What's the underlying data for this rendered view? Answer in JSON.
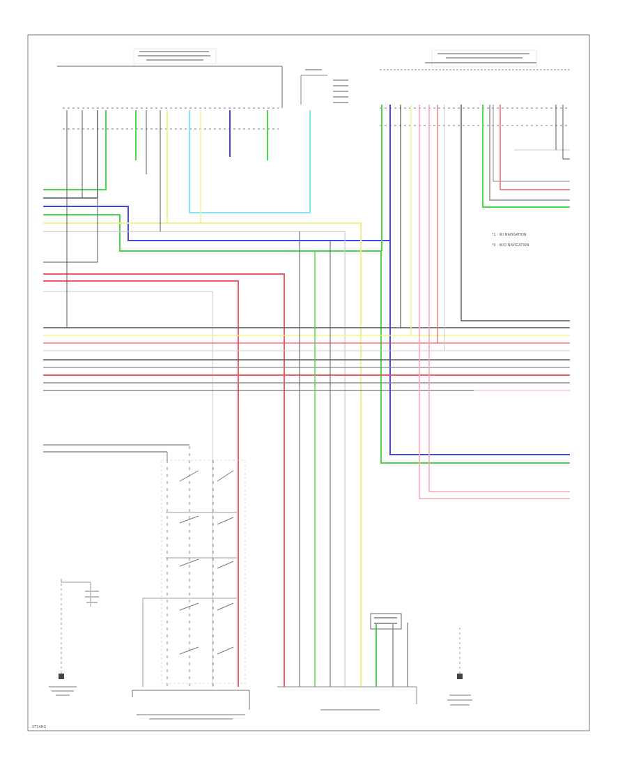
{
  "footer": {
    "page_code": "ST14HG"
  },
  "wire_colors": {
    "green": "#4ad94a",
    "blue": "#4646e6",
    "red": "#f05a64",
    "light_red": "#f8a8b0",
    "yellow": "#f4f08c",
    "cyan": "#7ee8f6",
    "gray": "#888888",
    "dark": "#555555",
    "light_gray": "#c8c8c8"
  },
  "legend": {
    "items": [
      "*1 : W/ NAVIGATION",
      "*2 : W/O NAVIGATION"
    ]
  }
}
